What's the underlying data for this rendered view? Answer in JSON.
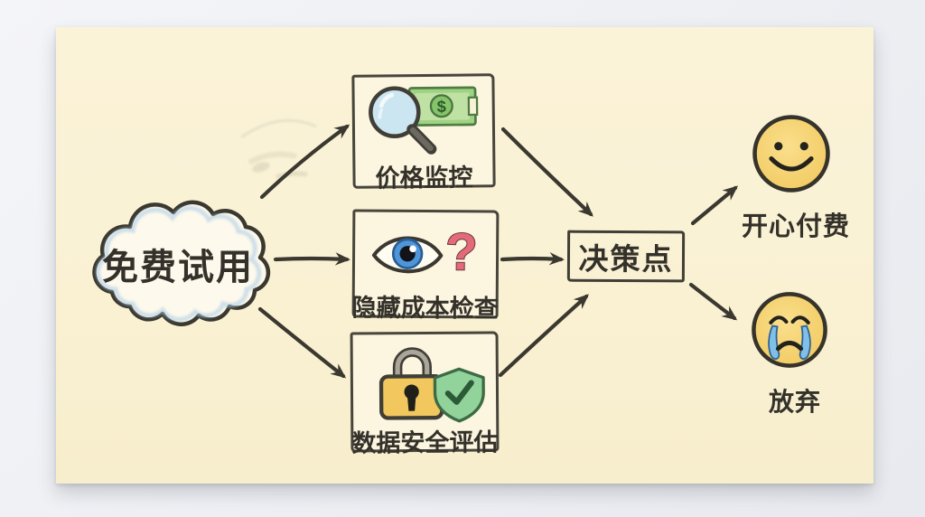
{
  "canvas": {
    "background_color": "#edeff3",
    "paper_color": "#faf1d3",
    "ink_color": "#3a382f",
    "accent_blue": "#4e96d9",
    "accent_green": "#92d39b",
    "accent_yellow": "#f2c85e",
    "accent_red": "#e26b77"
  },
  "diagram": {
    "start": {
      "shape": "cloud",
      "label": "免费试用"
    },
    "checks": [
      {
        "label": "价格监控",
        "icon": "magnifier-dollar-icon"
      },
      {
        "label": "隐藏成本检查",
        "icon": "eye-question-icon"
      },
      {
        "label": "数据安全评估",
        "icon": "lock-shield-icon"
      }
    ],
    "decision": {
      "shape": "rectangle",
      "label": "决策点"
    },
    "outcomes": [
      {
        "label": "开心付费",
        "icon": "happy-face-icon"
      },
      {
        "label": "放弃",
        "icon": "crying-face-icon"
      }
    ]
  },
  "icons": {
    "dollar_glyph": "$",
    "question_glyph": "?"
  }
}
